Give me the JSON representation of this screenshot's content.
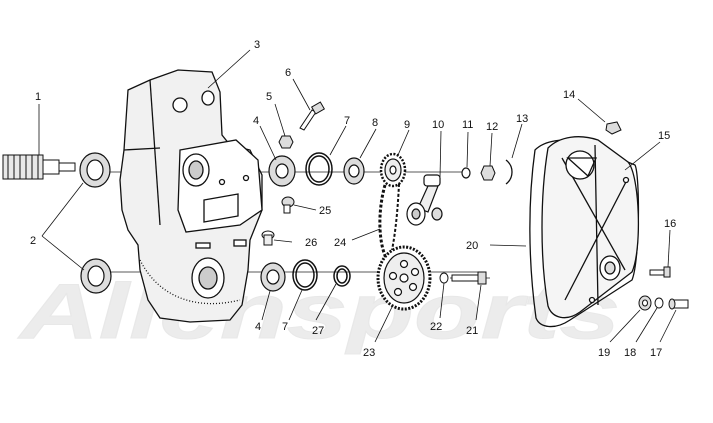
{
  "diagram": {
    "callouts": {
      "c1": "1",
      "c2": "2",
      "c3": "3",
      "c4a": "4",
      "c4b": "4",
      "c5": "5",
      "c6": "6",
      "c7a": "7",
      "c7b": "7",
      "c8": "8",
      "c9": "9",
      "c10": "10",
      "c11": "11",
      "c12": "12",
      "c13": "13",
      "c14": "14",
      "c15": "15",
      "c16": "16",
      "c17": "17",
      "c18": "18",
      "c19": "19",
      "c20": "20",
      "c21": "21",
      "c22": "22",
      "c23": "23",
      "c24": "24",
      "c25": "25",
      "c26": "26",
      "c27": "27"
    },
    "watermark": "Allensports"
  }
}
